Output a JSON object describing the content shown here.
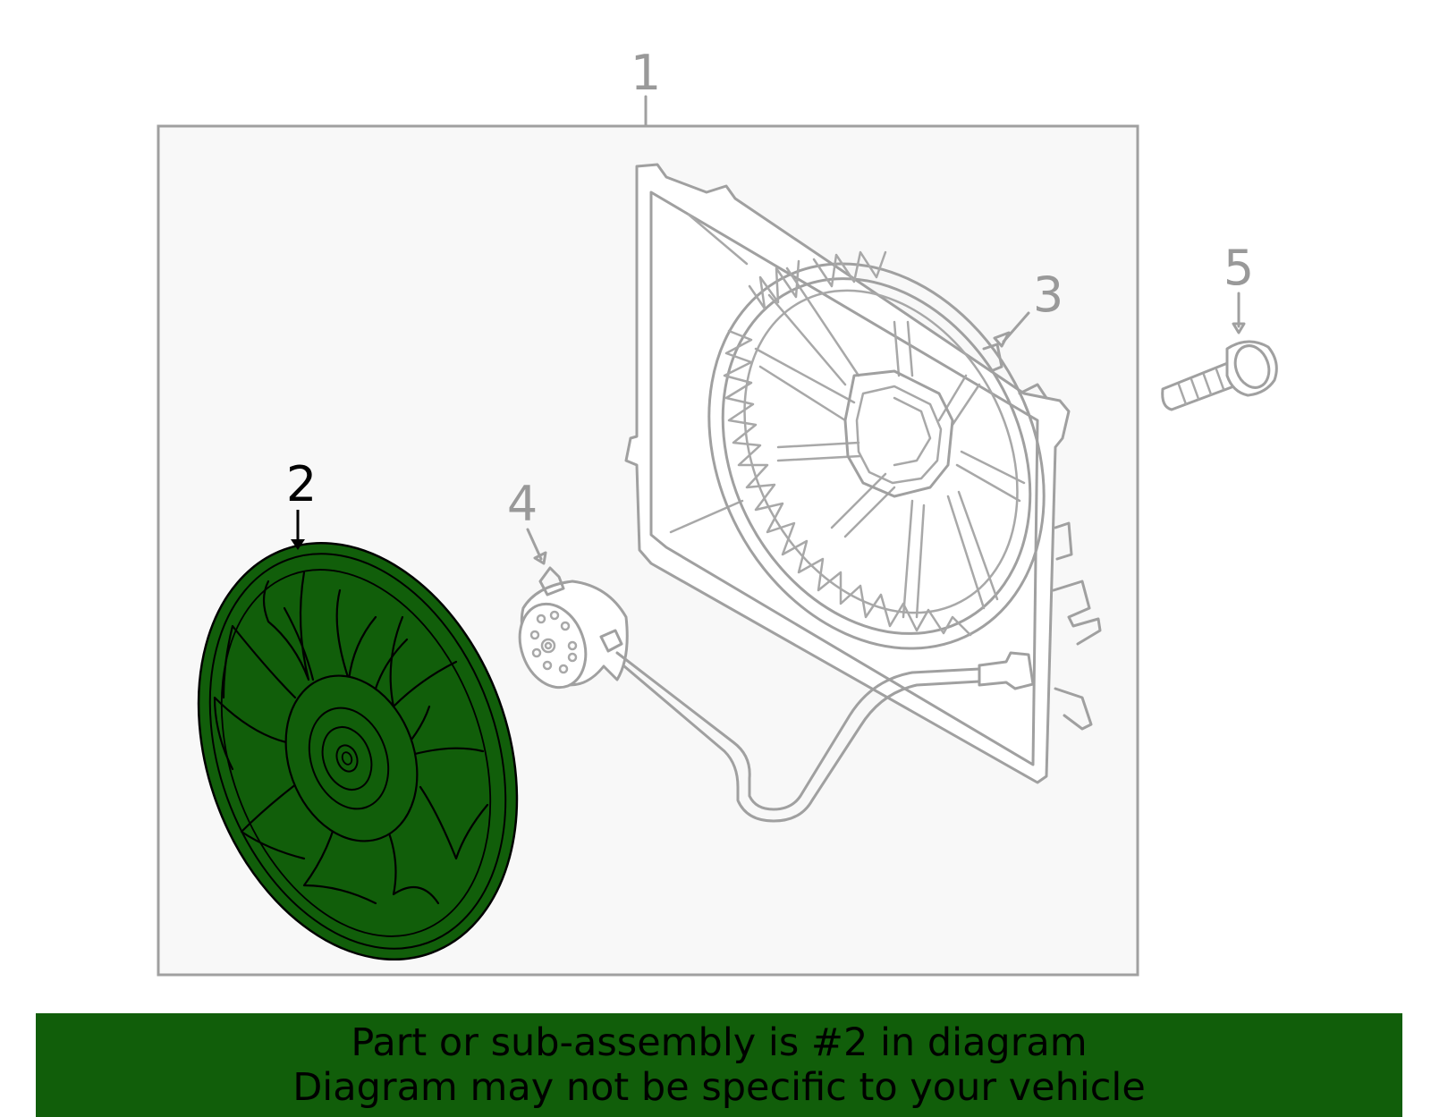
{
  "callouts": {
    "c1": "1",
    "c2": "2",
    "c3": "3",
    "c4": "4",
    "c5": "5"
  },
  "banner": {
    "line1": "Part or sub-assembly is #2 in diagram",
    "line2": "Diagram may not be specific to your vehicle"
  },
  "colors": {
    "highlight": "#115e0a",
    "outline_grey": "#a0a0a0",
    "callout_grey": "#999999",
    "panel_bg": "#f8f8f8"
  }
}
